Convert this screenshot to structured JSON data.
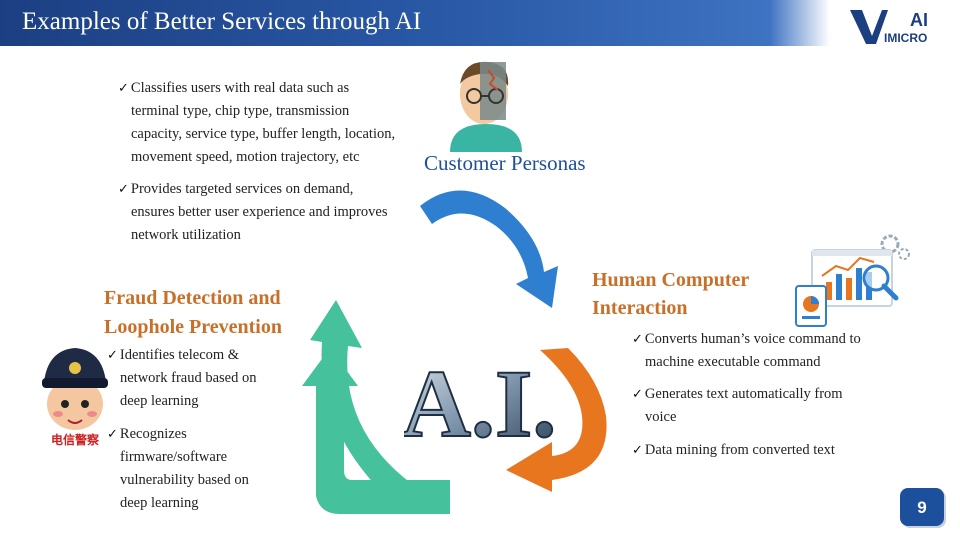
{
  "header": {
    "title": "Examples of Better Services through AI",
    "logo_text_top": "AI",
    "logo_text_bottom": "IMICRO",
    "logo_letter": "V"
  },
  "customer": {
    "heading": "Customer  Personas",
    "bullet1": [
      "Classifies users with real data such as",
      "terminal type, chip type, transmission",
      "capacity, service type, buffer length, location,",
      "movement speed, motion trajectory, etc"
    ],
    "bullet2": [
      "Provides targeted services on demand,",
      "ensures  better user experience and improves",
      "network utilization"
    ]
  },
  "fraud": {
    "heading_line1": "Fraud Detection and",
    "heading_line2": "Loophole Prevention",
    "bullet1": [
      "Identifies telecom  &",
      "network fraud based on",
      "deep learning"
    ],
    "bullet2": [
      "Recognizes",
      "firmware/software",
      "vulnerability based on",
      "deep learning"
    ],
    "badge_text": "电信警察"
  },
  "hci": {
    "heading_line1": "Human  Computer",
    "heading_line2": "Interaction",
    "bullet1": [
      "Converts human’s voice command to",
      "machine executable  command"
    ],
    "bullet2": [
      "Generates text  automatically from",
      "voice"
    ],
    "bullet3": [
      "Data mining from converted text"
    ]
  },
  "center": {
    "label": "A.I."
  },
  "page_number": "9",
  "check_mark": "✓",
  "colors": {
    "blue_arrow": "#2f7fd0",
    "orange_arrow": "#e8761f",
    "teal_arrow": "#45c19c",
    "title_bar": "#1c3f82",
    "orange_heading": "#c8702a"
  }
}
